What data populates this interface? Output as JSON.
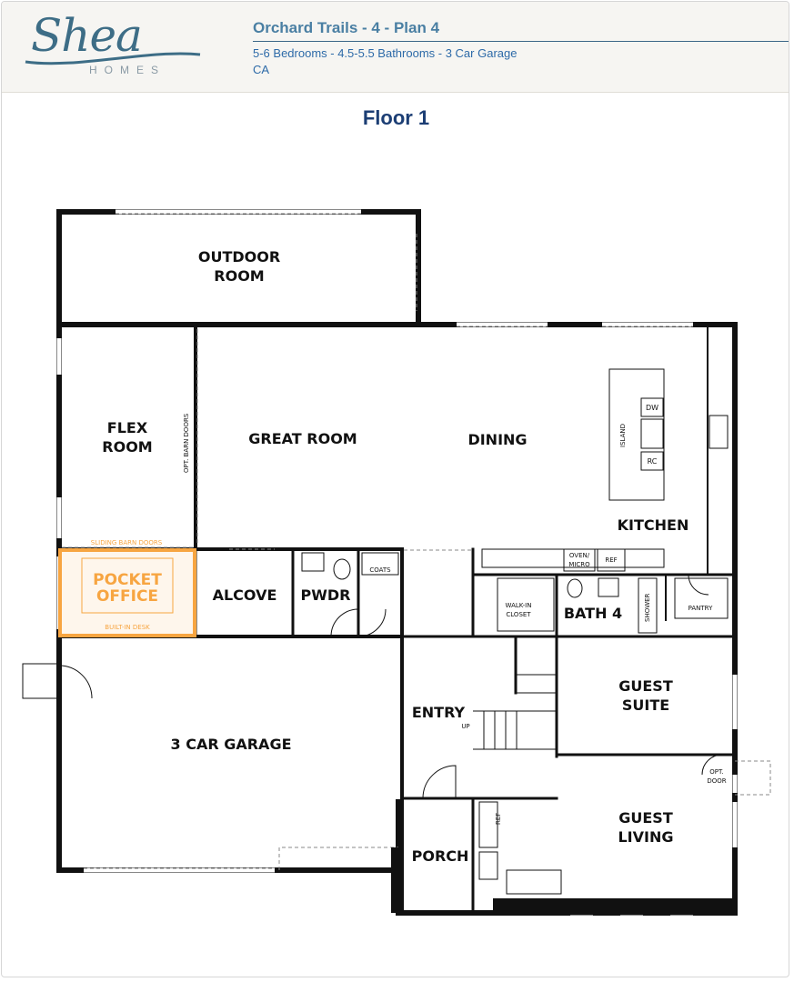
{
  "header": {
    "logo_word": "Shea",
    "logo_sub": "HOMES",
    "title": "Orchard Trails - 4 - Plan 4",
    "subtitle": "5-6 Bedrooms - 4.5-5.5 Bathrooms - 3 Car Garage",
    "location": "CA"
  },
  "floor_title": "Floor 1",
  "rooms": {
    "outdoor_room_1": "OUTDOOR",
    "outdoor_room_2": "ROOM",
    "flex_room_1": "FLEX",
    "flex_room_2": "ROOM",
    "great_room": "GREAT ROOM",
    "dining": "DINING",
    "kitchen": "KITCHEN",
    "pocket_office_1": "POCKET",
    "pocket_office_2": "OFFICE",
    "alcove": "ALCOVE",
    "pwdr": "PWDR",
    "bath4": "BATH 4",
    "guest_suite_1": "GUEST",
    "guest_suite_2": "SUITE",
    "entry": "ENTRY",
    "garage": "3 CAR GARAGE",
    "guest_living_1": "GUEST",
    "guest_living_2": "LIVING",
    "porch": "PORCH"
  },
  "notes": {
    "sliding_barn_doors": "SLIDING BARN DOORS",
    "built_in_desk": "BUILT-IN DESK",
    "opt_barn_doors": "OPT. BARN DOORS",
    "island": "ISLAND",
    "dw": "DW",
    "rc": "RC",
    "oven_micro_1": "OVEN/",
    "oven_micro_2": "MICRO",
    "ref": "REF",
    "pantry": "PANTRY",
    "coats": "COATS",
    "walk_in_1": "WALK-IN",
    "walk_in_2": "CLOSET",
    "shower": "SHOWER",
    "up": "UP",
    "opt_door_1": "OPT.",
    "opt_door_2": "DOOR",
    "ref2": "REF"
  },
  "colors": {
    "title_blue": "#4a7fa3",
    "floor_title": "#1c3e74",
    "highlight_orange": "#f7a541",
    "wall": "#111111"
  }
}
